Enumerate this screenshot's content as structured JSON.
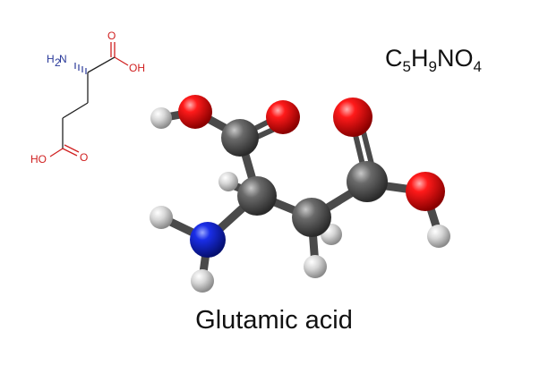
{
  "formula": {
    "parts": [
      {
        "text": "C",
        "sub": "5"
      },
      {
        "text": "H",
        "sub": "9"
      },
      {
        "text": "N",
        "sub": ""
      },
      {
        "text": "O",
        "sub": "4"
      }
    ]
  },
  "caption": "Glutamic acid",
  "structure_labels": {
    "amine_h": "H",
    "amine_sub": "2",
    "amine_n": "N",
    "top_acid": "OH",
    "top_o": "O",
    "bottom_acid": "HO",
    "bottom_o": "O"
  },
  "colors": {
    "carbon": "#5a5a5a",
    "oxygen": "#e01010",
    "nitrogen": "#1428d8",
    "hydrogen": "#d8d8d8",
    "bond": "#4a4a4a",
    "skeletal_line": "#222222",
    "skeletal_red": "#d02020",
    "skeletal_blue": "#2a3a9a"
  }
}
